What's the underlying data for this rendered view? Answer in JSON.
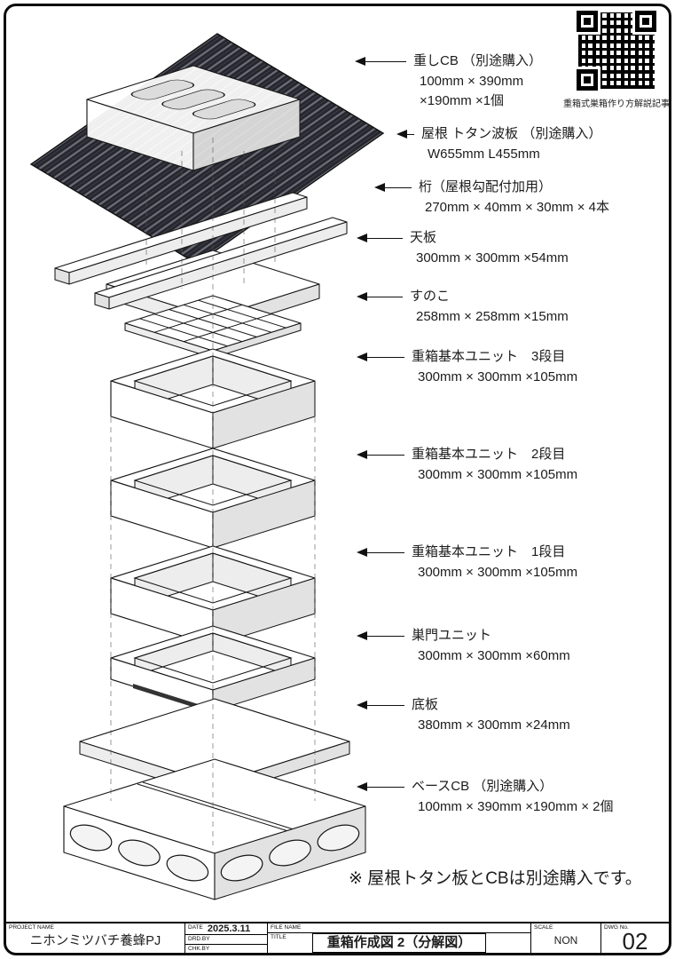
{
  "page": {
    "note": "※ 屋根トタン板とCBは別途購入です。",
    "qr_caption": "重箱式巣箱作り方解説記事"
  },
  "labels": [
    {
      "title": "重しCB （別途購入）",
      "dims": [
        "100mm × 390mm",
        "×190mm ×1個"
      ]
    },
    {
      "title": "屋根 トタン波板 （別途購入）",
      "dims": [
        "W655mm L455mm"
      ]
    },
    {
      "title": "桁（屋根勾配付加用）",
      "dims": [
        "270mm × 40mm × 30mm × 4本"
      ]
    },
    {
      "title": "天板",
      "dims": [
        "300mm × 300mm ×54mm"
      ]
    },
    {
      "title": "すのこ",
      "dims": [
        "258mm × 258mm ×15mm"
      ]
    },
    {
      "title": "重箱基本ユニット　3段目",
      "dims": [
        "300mm × 300mm ×105mm"
      ]
    },
    {
      "title": "重箱基本ユニット　2段目",
      "dims": [
        "300mm × 300mm ×105mm"
      ]
    },
    {
      "title": "重箱基本ユニット　1段目",
      "dims": [
        "300mm × 300mm ×105mm"
      ]
    },
    {
      "title": "巣門ユニット",
      "dims": [
        "300mm × 300mm ×60mm"
      ]
    },
    {
      "title": "底板",
      "dims": [
        "380mm × 300mm ×24mm"
      ]
    },
    {
      "title": "ベースCB （別途購入）",
      "dims": [
        "100mm × 390mm ×190mm × 2個"
      ]
    }
  ],
  "titleblock": {
    "project_name_label": "PROJECT NAME",
    "project_name": "ニホンミツバチ養蜂PJ",
    "date_label": "DATE",
    "date": "2025.3.11",
    "drd_label": "DRD.BY",
    "chk_label": "CHK.BY",
    "file_label": "FILE NAME",
    "title_label": "TITLE",
    "title": "重箱作成図 2（分解図）",
    "scale_label": "SCALE",
    "scale": "NON",
    "dwg_label": "DWG No.",
    "dwg_no": "02"
  }
}
